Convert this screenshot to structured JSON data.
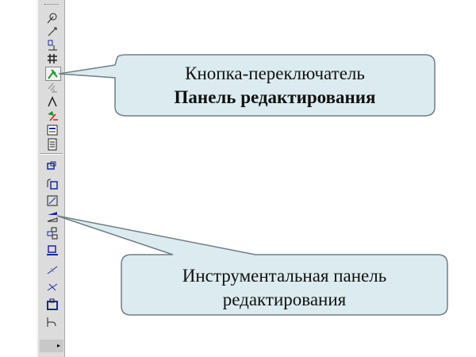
{
  "toolbar": {
    "upper_tools": [
      "geometry",
      "dimensions",
      "symbols",
      "parametrization",
      "edit-toggle",
      "measure",
      "select",
      "spec",
      "report",
      "document"
    ],
    "lower_tools": [
      "move",
      "rotate",
      "scale",
      "symmetry",
      "copy",
      "deform",
      "trim",
      "break",
      "clip",
      "fillet"
    ],
    "bottom_arrow": "▸"
  },
  "callouts": [
    {
      "line1": "Кнопка-переключатель",
      "line2": "Панель редактирования"
    },
    {
      "line1": "Инструментальная панель",
      "line2": "редактирования"
    }
  ],
  "colors": {
    "bubble_fill": "#dcebf0",
    "bubble_stroke": "#6f7f85",
    "icon_blue": "#1a2a9a",
    "icon_green": "#1a9a2a"
  }
}
